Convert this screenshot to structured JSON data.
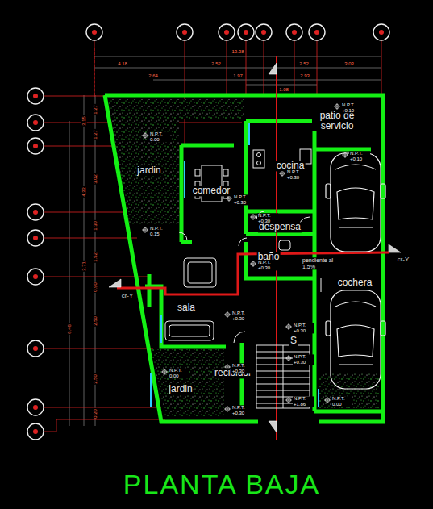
{
  "diagram": {
    "title": "PLANTA BAJA",
    "labels": [
      "patio de servicio",
      "jardin",
      "comedor",
      "cocina",
      "despensa",
      "baño",
      "pendiente al 1.5%",
      "cochera",
      "sala",
      "recibidor",
      "jardin",
      "S",
      "cr-Y",
      "cr-Y",
      "N.P.T. +0.10",
      "N.P.T. 0.00",
      "N.P.T. +0.10",
      "N.P.T. +0.30",
      "N.P.T. +0.30",
      "N.P.T. +0.30",
      "N.P.T. 0.15",
      "N.P.T. +0.30",
      "N.P.T. +0.30",
      "N.P.T. +0.30",
      "N.P.T. +0.30",
      "N.P.T. 0.00",
      "N.P.T. +0.30",
      "N.P.T. +0.30",
      "N.P.T. +1.86",
      "N.P.T. 0.00",
      "13.38",
      "4.18",
      "2.52",
      "2.52",
      "3.03",
      "2.64",
      "1.97",
      "2.93",
      "1.08",
      "1.27",
      "2.15",
      "1.27",
      "3.02",
      "4.22",
      "1.30",
      "1.52",
      "2.71",
      "0.90",
      "2.50",
      "8.48",
      "2.50",
      "0.20"
    ]
  }
}
